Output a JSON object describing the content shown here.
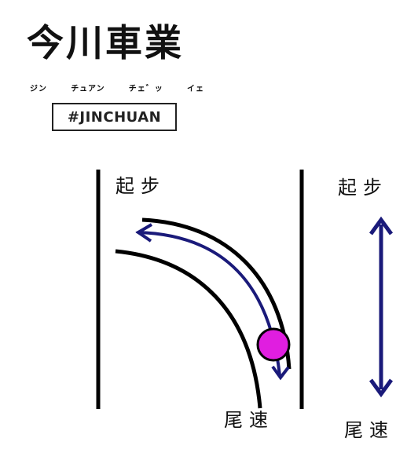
{
  "logo": {
    "title_kanji": "今川車業",
    "kana": [
      "ジン",
      "チュアン",
      "チェ゛ッ",
      "イェ"
    ],
    "hashtag": "#JINCHUAN"
  },
  "diagram": {
    "labels": {
      "start": "起步",
      "end": "尾速",
      "start_right": "起步",
      "end_right": "尾速"
    },
    "colors": {
      "walls": "#000000",
      "curve_lines": "#000000",
      "arrow": "#1a1a7a",
      "ball_fill": "#e01ee0",
      "ball_stroke": "#000000"
    }
  }
}
